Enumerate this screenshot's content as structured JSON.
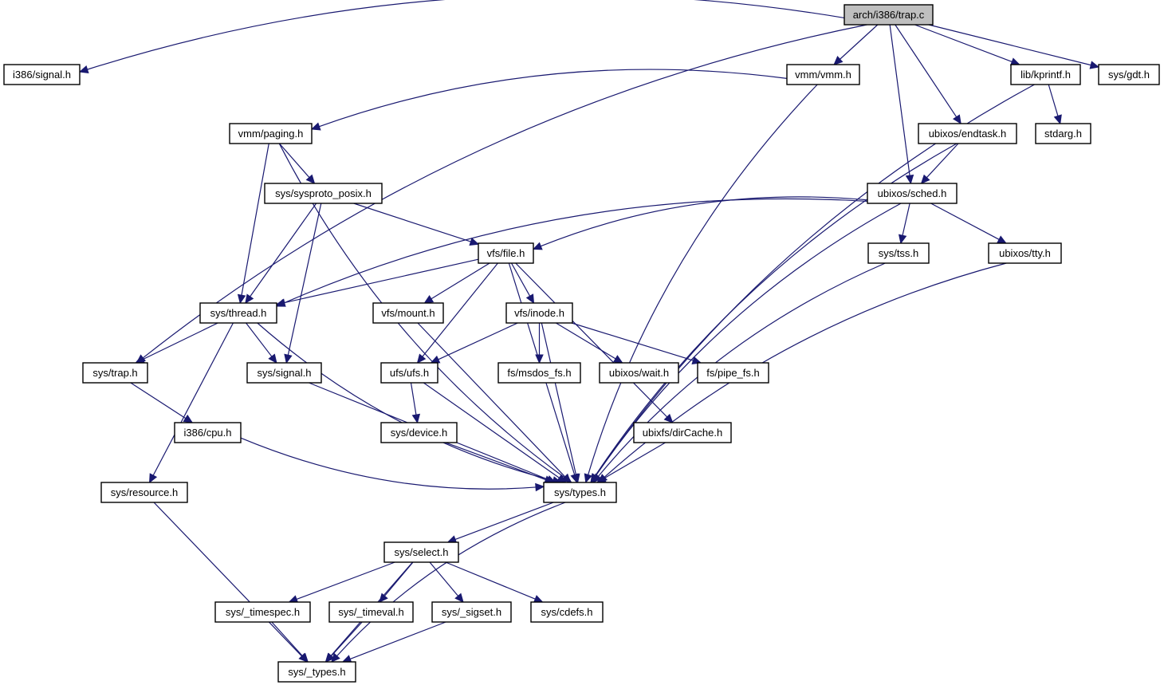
{
  "diagram": {
    "title": "Include dependency graph for arch/i386/trap.c",
    "root": "arch/i386/trap.c",
    "colors": {
      "edge": "#191970",
      "root_fill": "#bfbfbf",
      "node_fill": "#ffffff",
      "border": "#000000"
    },
    "nodes": [
      {
        "id": "trap_c",
        "label": "arch/i386/trap.c"
      },
      {
        "id": "i386_signal",
        "label": "i386/signal.h"
      },
      {
        "id": "vmm",
        "label": "vmm/vmm.h"
      },
      {
        "id": "kprintf",
        "label": "lib/kprintf.h"
      },
      {
        "id": "gdt",
        "label": "sys/gdt.h"
      },
      {
        "id": "paging",
        "label": "vmm/paging.h"
      },
      {
        "id": "endtask",
        "label": "ubixos/endtask.h"
      },
      {
        "id": "stdarg",
        "label": "stdarg.h"
      },
      {
        "id": "sysproto",
        "label": "sys/sysproto_posix.h"
      },
      {
        "id": "sched",
        "label": "ubixos/sched.h"
      },
      {
        "id": "file",
        "label": "vfs/file.h"
      },
      {
        "id": "tss",
        "label": "sys/tss.h"
      },
      {
        "id": "tty",
        "label": "ubixos/tty.h"
      },
      {
        "id": "thread",
        "label": "sys/thread.h"
      },
      {
        "id": "mount",
        "label": "vfs/mount.h"
      },
      {
        "id": "inode",
        "label": "vfs/inode.h"
      },
      {
        "id": "systrap",
        "label": "sys/trap.h"
      },
      {
        "id": "syssignal",
        "label": "sys/signal.h"
      },
      {
        "id": "ufs",
        "label": "ufs/ufs.h"
      },
      {
        "id": "msdos",
        "label": "fs/msdos_fs.h"
      },
      {
        "id": "wait",
        "label": "ubixos/wait.h"
      },
      {
        "id": "pipe",
        "label": "fs/pipe_fs.h"
      },
      {
        "id": "cpu",
        "label": "i386/cpu.h"
      },
      {
        "id": "device",
        "label": "sys/device.h"
      },
      {
        "id": "dircache",
        "label": "ubixfs/dirCache.h"
      },
      {
        "id": "resource",
        "label": "sys/resource.h"
      },
      {
        "id": "types",
        "label": "sys/types.h"
      },
      {
        "id": "select",
        "label": "sys/select.h"
      },
      {
        "id": "timespec",
        "label": "sys/_timespec.h"
      },
      {
        "id": "timeval",
        "label": "sys/_timeval.h"
      },
      {
        "id": "sigset",
        "label": "sys/_sigset.h"
      },
      {
        "id": "cdefs",
        "label": "sys/cdefs.h"
      },
      {
        "id": "_types",
        "label": "sys/_types.h"
      }
    ],
    "edges": [
      [
        "trap_c",
        "i386_signal"
      ],
      [
        "trap_c",
        "systrap"
      ],
      [
        "trap_c",
        "vmm"
      ],
      [
        "trap_c",
        "sched"
      ],
      [
        "trap_c",
        "endtask"
      ],
      [
        "trap_c",
        "kprintf"
      ],
      [
        "trap_c",
        "gdt"
      ],
      [
        "vmm",
        "paging"
      ],
      [
        "vmm",
        "types"
      ],
      [
        "kprintf",
        "stdarg"
      ],
      [
        "kprintf",
        "types"
      ],
      [
        "endtask",
        "sched"
      ],
      [
        "endtask",
        "types"
      ],
      [
        "paging",
        "sysproto"
      ],
      [
        "paging",
        "thread"
      ],
      [
        "paging",
        "types"
      ],
      [
        "sysproto",
        "file"
      ],
      [
        "sysproto",
        "thread"
      ],
      [
        "sysproto",
        "syssignal"
      ],
      [
        "sched",
        "file"
      ],
      [
        "sched",
        "thread"
      ],
      [
        "sched",
        "tss"
      ],
      [
        "sched",
        "tty"
      ],
      [
        "sched",
        "types"
      ],
      [
        "file",
        "thread"
      ],
      [
        "file",
        "mount"
      ],
      [
        "file",
        "inode"
      ],
      [
        "file",
        "ufs"
      ],
      [
        "file",
        "dircache"
      ],
      [
        "file",
        "types"
      ],
      [
        "tss",
        "types"
      ],
      [
        "tty",
        "types"
      ],
      [
        "thread",
        "systrap"
      ],
      [
        "thread",
        "syssignal"
      ],
      [
        "thread",
        "resource"
      ],
      [
        "thread",
        "types"
      ],
      [
        "mount",
        "types"
      ],
      [
        "inode",
        "ufs"
      ],
      [
        "inode",
        "msdos"
      ],
      [
        "inode",
        "wait"
      ],
      [
        "inode",
        "pipe"
      ],
      [
        "inode",
        "types"
      ],
      [
        "systrap",
        "cpu"
      ],
      [
        "syssignal",
        "types"
      ],
      [
        "ufs",
        "device"
      ],
      [
        "ufs",
        "types"
      ],
      [
        "cpu",
        "types"
      ],
      [
        "device",
        "types"
      ],
      [
        "dircache",
        "types"
      ],
      [
        "resource",
        "_types"
      ],
      [
        "types",
        "select"
      ],
      [
        "types",
        "_types"
      ],
      [
        "select",
        "timespec"
      ],
      [
        "select",
        "timeval"
      ],
      [
        "select",
        "sigset"
      ],
      [
        "select",
        "cdefs"
      ],
      [
        "select",
        "_types"
      ],
      [
        "timespec",
        "_types"
      ],
      [
        "timeval",
        "_types"
      ],
      [
        "sigset",
        "_types"
      ]
    ]
  }
}
